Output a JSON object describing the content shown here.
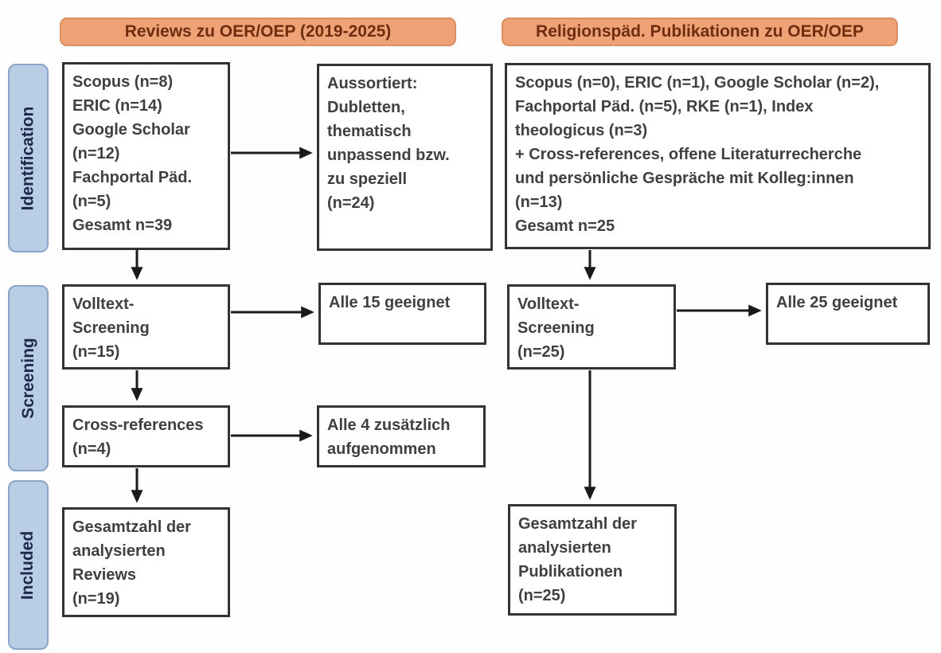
{
  "headers": {
    "left": "Reviews zu OER/OEP (2019-2025)",
    "right": "Religionspäd. Publikationen zu OER/OEP"
  },
  "stages": {
    "identification": "Identification",
    "screening": "Screening",
    "included": "Included"
  },
  "left_flow": {
    "sources": "Scopus (n=8)\nERIC (n=14)\nGoogle Scholar\n(n=12)\nFachportal Päd.\n(n=5)\nGesamt n=39",
    "excluded": "Aussortiert:\nDubletten,\nthematisch\nunpassend bzw.\nzu speziell\n(n=24)",
    "fulltext": "Volltext-\nScreening\n(n=15)",
    "fulltext_result": "Alle 15 geeignet",
    "crossref": "Cross-references\n(n=4)",
    "crossref_result": "Alle 4 zusätzlich\naufgenommen",
    "included_total": "Gesamtzahl der\nanalysierten\nReviews\n(n=19)"
  },
  "right_flow": {
    "sources": "Scopus (n=0), ERIC (n=1), Google Scholar (n=2),\nFachportal Päd. (n=5), RKE (n=1), Index\ntheologicus (n=3)\n+ Cross-references, offene Literaturrecherche\nund persönliche Gespräche mit Kolleg:innen\n(n=13)\nGesamt n=25",
    "fulltext": "Volltext-\nScreening\n(n=25)",
    "fulltext_result": "Alle 25 geeignet",
    "included_total": "Gesamtzahl der\nanalysierten\nPublikationen\n(n=25)"
  },
  "colors": {
    "header_fill": "#f0a277",
    "header_border": "#dd8e60",
    "header_text": "#6e2d0e",
    "stage_fill": "#b9cde5",
    "stage_border": "#8ba6c9",
    "stage_text": "#1b2a4a",
    "box_border": "#333333",
    "box_text": "#404040",
    "arrow": "#1a1a1a"
  }
}
